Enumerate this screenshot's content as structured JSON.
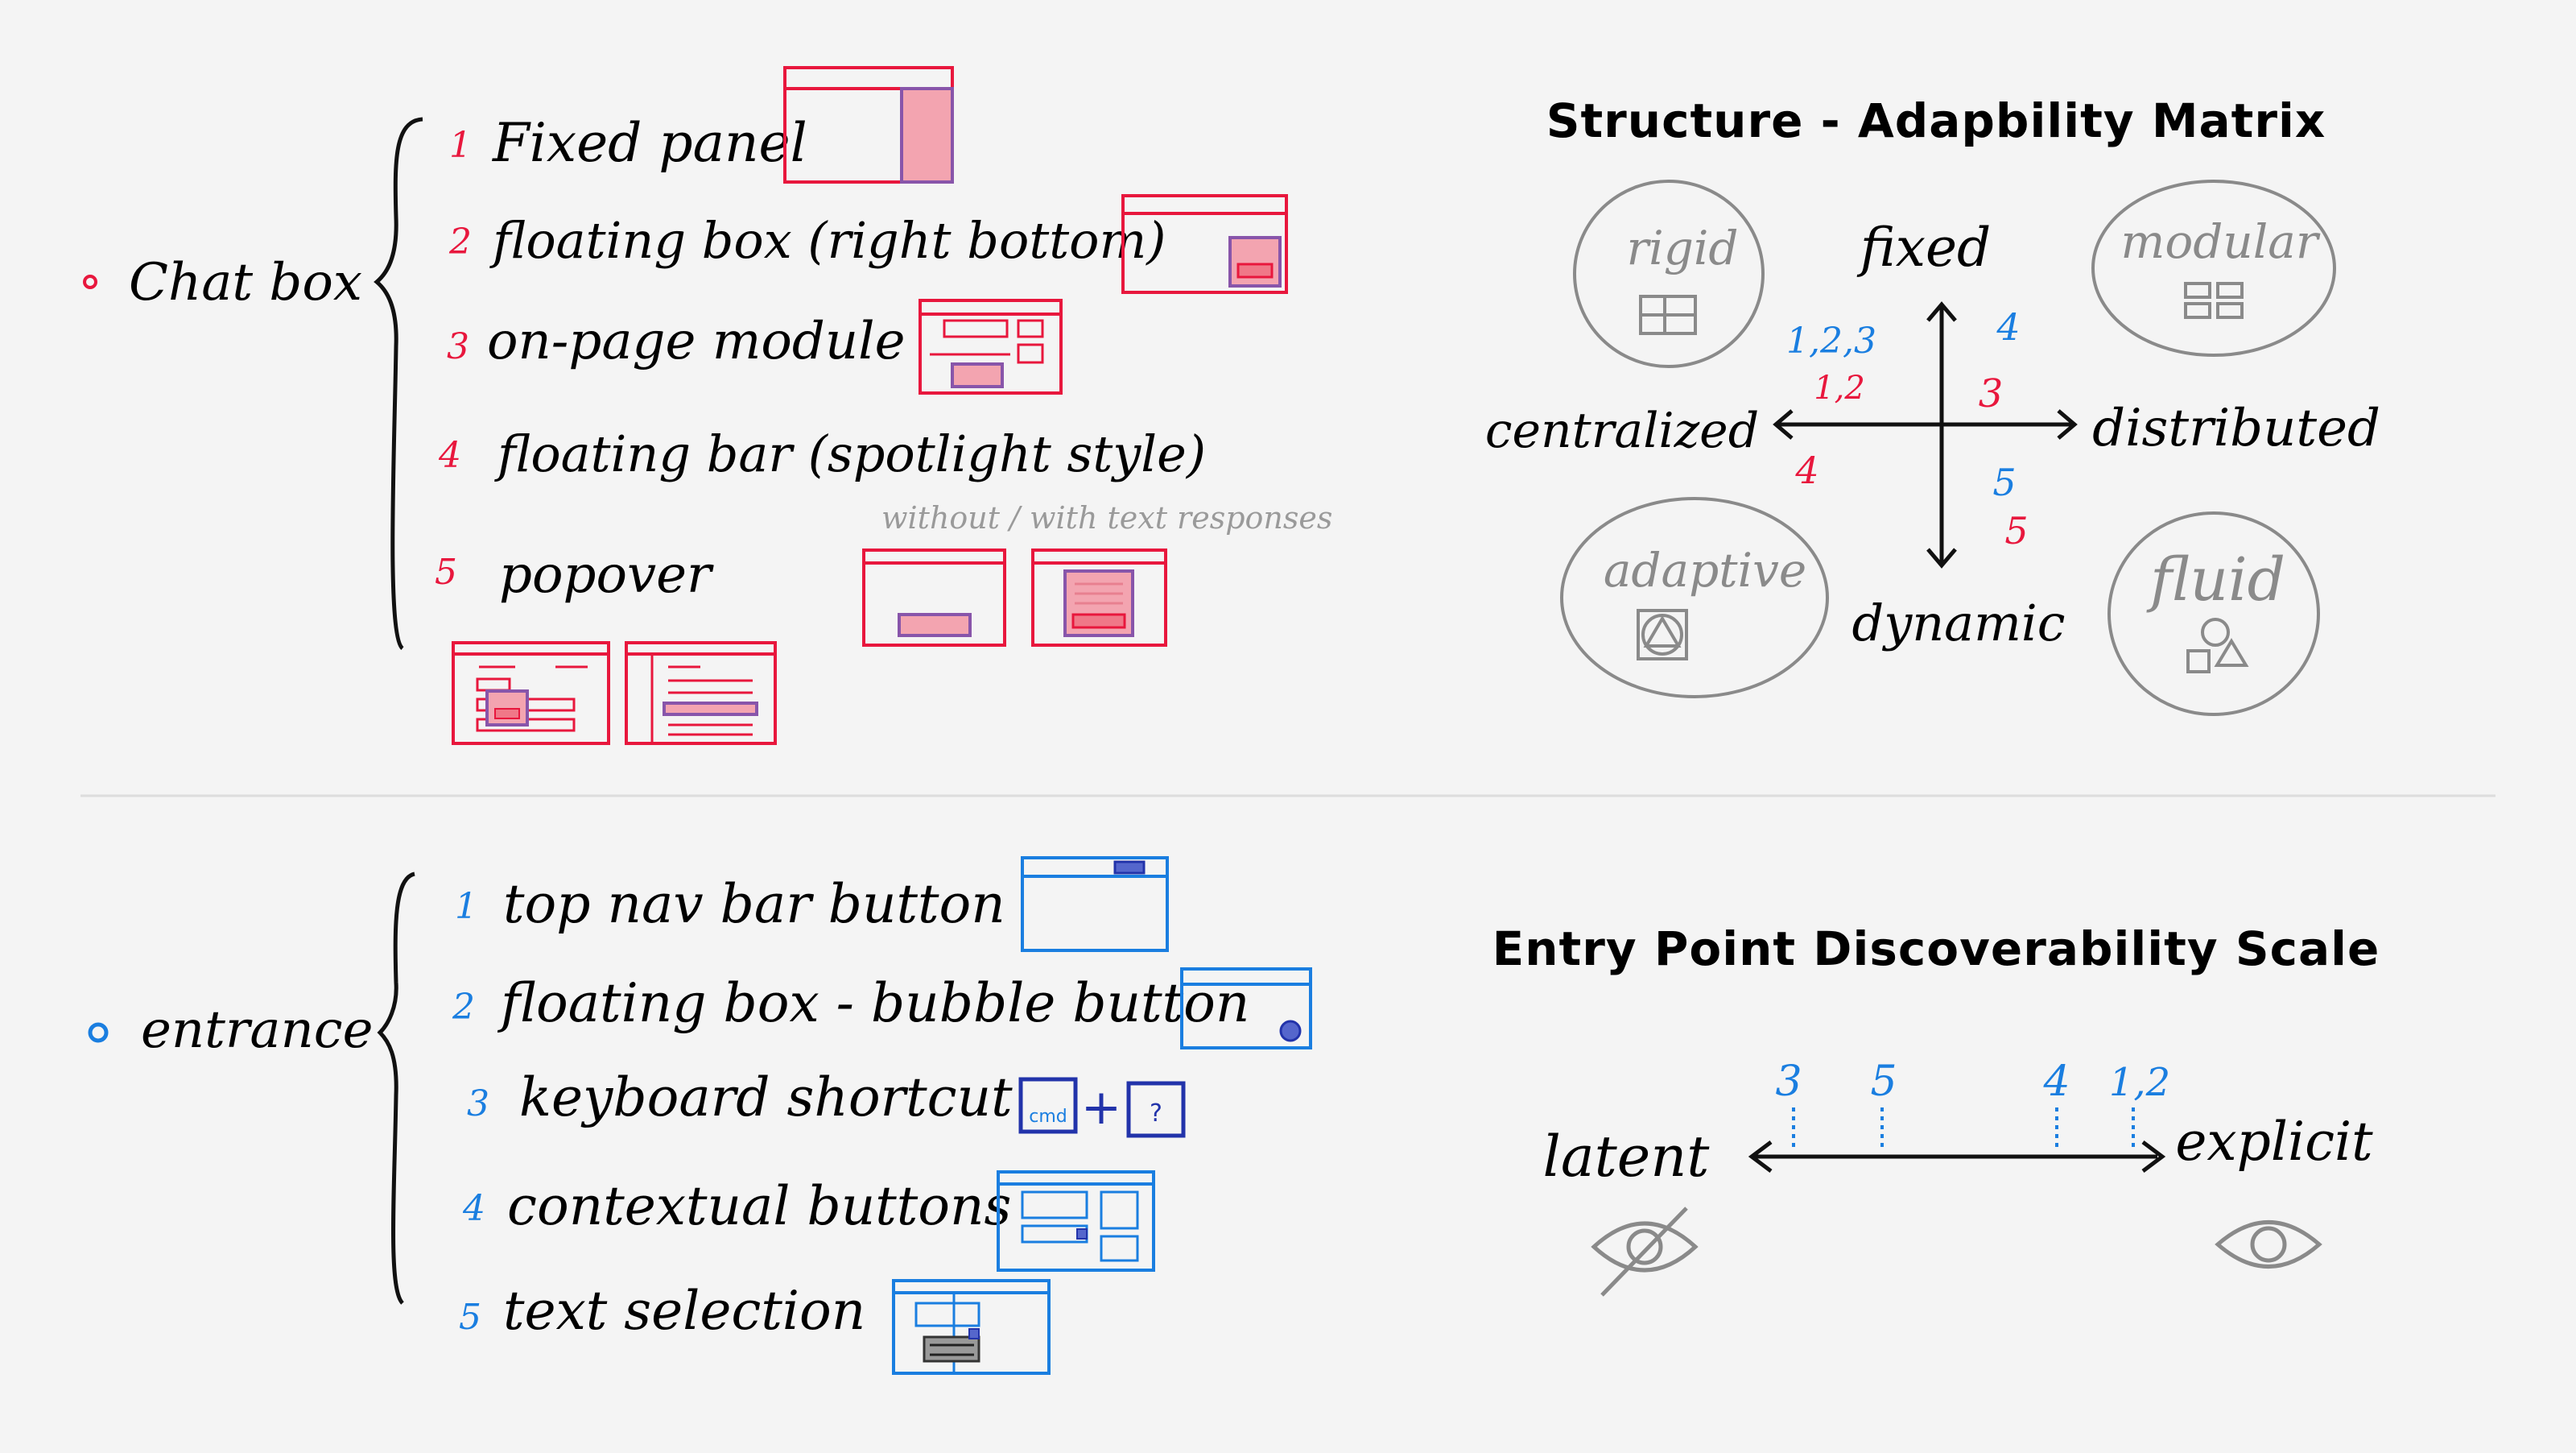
{
  "chat_box": {
    "label": "Chat box",
    "items": [
      {
        "num": "1",
        "label": "Fixed panel"
      },
      {
        "num": "2",
        "label": "floating box (right bottom)"
      },
      {
        "num": "3",
        "label": "on-page module"
      },
      {
        "num": "4",
        "label": "floating bar (spotlight style)"
      },
      {
        "num": "5",
        "label": "popover"
      }
    ],
    "note": "without / with text responses"
  },
  "entrance": {
    "label": "entrance",
    "items": [
      {
        "num": "1",
        "label": "top nav bar button"
      },
      {
        "num": "2",
        "label": "floating box - bubble button"
      },
      {
        "num": "3",
        "label": "keyboard shortcut"
      },
      {
        "num": "4",
        "label": "contextual buttons"
      },
      {
        "num": "5",
        "label": "text selection"
      }
    ],
    "shortcut": {
      "key1": "cmd",
      "plus": "+",
      "key2": "?"
    }
  },
  "matrix": {
    "title": "Structure - Adapbility Matrix",
    "axes": {
      "top": "fixed",
      "bottom": "dynamic",
      "left": "centralized",
      "right": "distributed"
    },
    "quadrants": {
      "top_left": "rigid",
      "top_right": "modular",
      "bottom_left": "adaptive",
      "bottom_right": "fluid"
    },
    "marks": {
      "tl_blue": "1,2,3",
      "tl_red": "1,2",
      "tr_blue": "4",
      "tr_red": "3",
      "bl_red": "4",
      "br_blue": "5",
      "br_red": "5"
    }
  },
  "scale": {
    "title": "Entry Point Discoverability Scale",
    "left": "latent",
    "right": "explicit",
    "marks": [
      "3",
      "5",
      "4",
      "1,2"
    ]
  },
  "colors": {
    "red": "#e8173d",
    "blue": "#1a7ee0",
    "navy": "#2233aa",
    "gray": "#8a8a8a",
    "fill_red": "#f3a4b0",
    "purple": "#8855aa"
  }
}
